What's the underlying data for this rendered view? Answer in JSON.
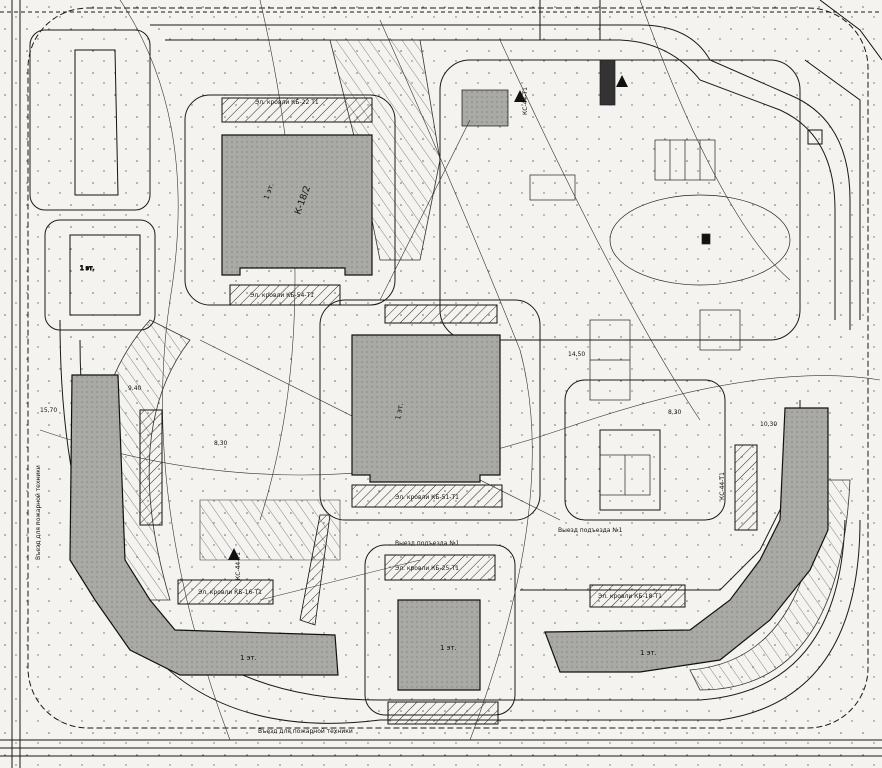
{
  "colors": {
    "paper": "#f4f3ef",
    "line": "#1a1a1a",
    "building_fill": "#a9a9a6",
    "hatch": "#2b2b2b",
    "dot": "#555555"
  },
  "buildings": {
    "b1": {
      "label": "К-18/2",
      "sub": "1 эт."
    },
    "b2": {
      "label": "1 эт.",
      "sub": ""
    },
    "b3": {
      "label": "1 эт.",
      "sub": ""
    },
    "b4": {
      "label": "1 эт.",
      "sub": ""
    },
    "b5": {
      "label": "1 эт.",
      "sub": ""
    },
    "b6": {
      "label": "1 эт.",
      "sub": ""
    }
  },
  "annotations": {
    "a1": "Въезд для пожарной техники",
    "a2": "Въезд для пожарной техники",
    "a3": "Выезд подъезда №1",
    "a4": "Выезд подъезда №1",
    "a5": "КС-44-Т1",
    "a6": "КС-44-Т1",
    "a7": "КС-44-Т1",
    "a8": "9,40",
    "a9": "8,30",
    "a10": "8,30",
    "a11": "10,30",
    "a12": "14,50",
    "a13": "15,70",
    "a14": "Эл. кровли КБ-22 Т1",
    "a15": "Эл. кровли КБ-54-Т1",
    "a16": "Эл. кровли КБ-51-Т1",
    "a17": "Эл. кровли КБ-25-Т1",
    "a18": "Эл. кровли КБ-16-Т1",
    "a19": "Эл. кровли КБ-18-Т1"
  }
}
